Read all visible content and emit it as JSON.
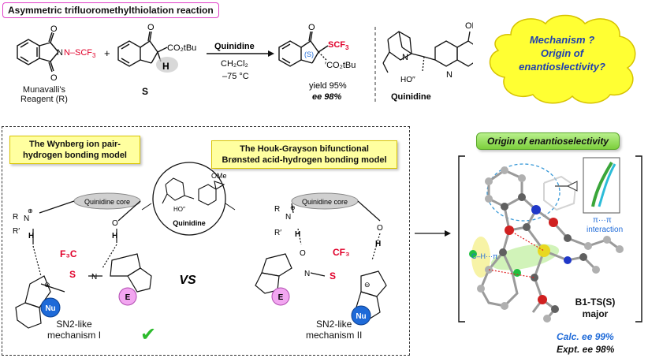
{
  "header": {
    "title": "Asymmetric trifluoromethylthiolation reaction"
  },
  "reaction": {
    "reagent_group": "N–SCF",
    "reagent_group_sub": "3",
    "reagent_name_line1": "Munavalli's",
    "reagent_name_line2": "Reagent (R)",
    "plus": "+",
    "substrate_label": "S",
    "substrate_ester": "CO₂tBu",
    "substrate_h": "H",
    "catalyst": "Quinidine",
    "solvent": "CH₂Cl₂",
    "temperature": "–75 °C",
    "product_scf3": "SCF",
    "product_scf3_sub": "3",
    "product_stereo": "(S)",
    "product_ester": "′CO₂tBu",
    "yield": "yield 95%",
    "ee": "ee 98%",
    "quinidine_label": "Quinidine",
    "quinidine_ome": "OMe",
    "quinidine_ho": "HO′′",
    "quinidine_n": "N"
  },
  "cloud": {
    "line1": "Mechanism ?",
    "line2": "Origin of",
    "line3": "enantioslectivity?"
  },
  "models": {
    "wynberg_line1": "The Wynberg ion pair-",
    "wynberg_line2": "hydrogen bonding model",
    "houk_line1": "The Houk-Grayson bifunctional",
    "houk_line2": "Brønsted acid-hydrogen bonding model",
    "core_label": "Quinidine core",
    "vs": "VS",
    "quinidine_center": "Quinidine",
    "nu": "Nu",
    "e": "E",
    "f3c": "F₃C",
    "cf3": "CF₃",
    "s": "S",
    "n": "N",
    "mech1_line1": "SN2-like",
    "mech1_line2": "mechanism I",
    "mech2_line1": "SN2-like",
    "mech2_line2": "mechanism II",
    "check": "✔"
  },
  "origin": {
    "title": "Origin of enantioselectivity",
    "pi_label": "π···π",
    "interaction": "interaction",
    "ch_pi": "C–H···π",
    "ts_label": "B1-TS(S)",
    "major": "major",
    "calc": "Calc. ee 99%",
    "expt": "Expt. ee 98%"
  },
  "colors": {
    "accent_red": "#e0002a",
    "blue_text": "#1e6ad8",
    "cloud_yellow": "#ffff33",
    "box_yellow": "#ffffa0",
    "green": "#7ccf3c"
  }
}
